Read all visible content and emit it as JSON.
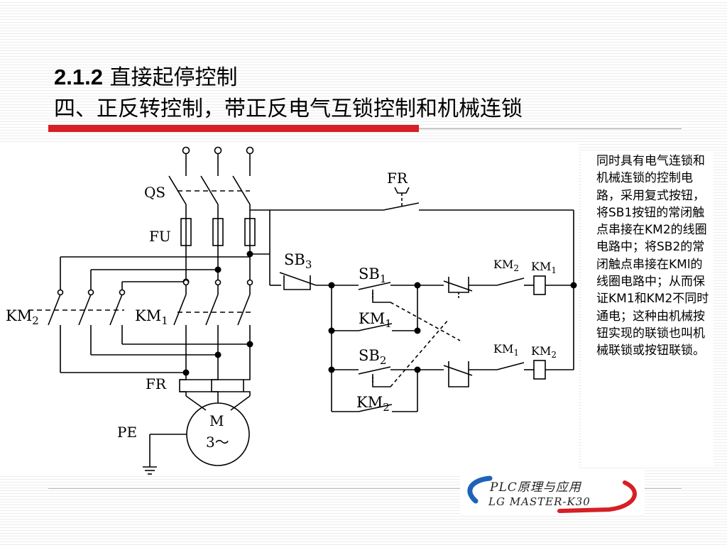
{
  "title": {
    "number": "2.1.2",
    "line1": "直接起停控制",
    "line2": "四、正反转控制，带正反电气互锁控制和机械连锁"
  },
  "note": "同时具有电气连锁和机械连锁的控制电路，采用复式按钮，将SB1按钮的常闭触点串接在KM2的线圈电路中；将SB2的常闭触点串接在KMl的线圈电路中；从而保证KM1和KM2不同时通电；这种由机械按钮实现的联锁也叫机械联锁或按钮联锁。",
  "logo": {
    "line1": "PLC原理与应用",
    "line2": "LG MASTER-K30"
  },
  "colors": {
    "accent_bar": "#d61f26",
    "logo_red": "#d61f26",
    "logo_blue": "#1e63b8"
  },
  "labels": {
    "qs": "QS",
    "fu": "FU",
    "km2_main": "KM",
    "km2_main_sub": "2",
    "km1_main": "KM",
    "km1_main_sub": "1",
    "fr_main": "FR",
    "motor_m": "M",
    "motor_3": "3～",
    "pe": "PE",
    "fr_ctrl": "FR",
    "sb3": "SB",
    "sb3_sub": "3",
    "sb1": "SB",
    "sb1_sub": "1",
    "km1_hold": "KM",
    "km1_hold_sub": "1",
    "sb2": "SB",
    "sb2_sub": "2",
    "km2_hold": "KM",
    "km2_hold_sub": "2",
    "km2_top_contact": "KM",
    "km2_top_contact_sub": "2",
    "km1_coil": "KM",
    "km1_coil_sub": "1",
    "km1_bot_contact": "KM",
    "km1_bot_contact_sub": "1",
    "km2_coil": "KM",
    "km2_coil_sub": "2"
  }
}
